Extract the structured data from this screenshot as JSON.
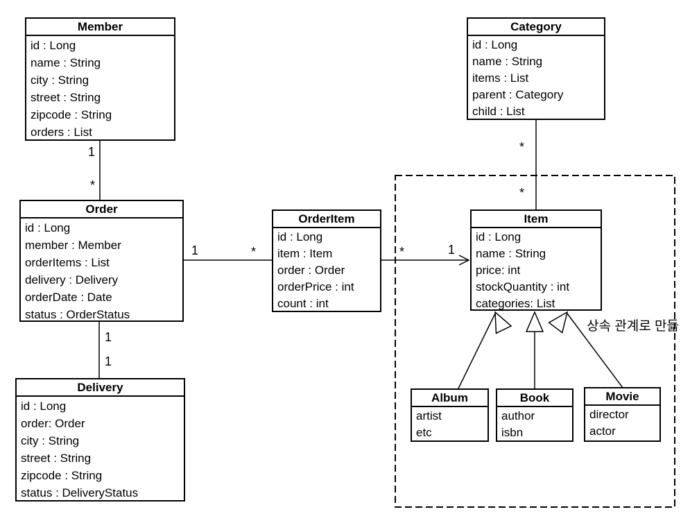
{
  "diagram": {
    "classes": [
      {
        "name": "Member",
        "attributes": [
          "id : Long",
          "name : String",
          "city : String",
          "street : String",
          "zipcode : String",
          "orders : List"
        ]
      },
      {
        "name": "Category",
        "attributes": [
          "id : Long",
          "name : String",
          "items : List",
          "parent : Category",
          "child : List"
        ]
      },
      {
        "name": "Order",
        "attributes": [
          "id : Long",
          "member : Member",
          "orderItems : List",
          "delivery : Delivery",
          "orderDate : Date",
          "status : OrderStatus"
        ]
      },
      {
        "name": "OrderItem",
        "attributes": [
          "id : Long",
          "item : Item",
          "order : Order",
          "orderPrice : int",
          "count : int"
        ]
      },
      {
        "name": "Item",
        "attributes": [
          "id : Long",
          "name : String",
          "price: int",
          "stockQuantity : int",
          "categories: List"
        ]
      },
      {
        "name": "Delivery",
        "attributes": [
          "id : Long",
          "order: Order",
          "city : String",
          "street : String",
          "zipcode : String",
          "status : DeliveryStatus"
        ]
      },
      {
        "name": "Album",
        "attributes": [
          "artist",
          "etc"
        ]
      },
      {
        "name": "Book",
        "attributes": [
          "author",
          "isbn"
        ]
      },
      {
        "name": "Movie",
        "attributes": [
          "director",
          "actor"
        ]
      }
    ],
    "relationships": [
      {
        "from": "Member",
        "to": "Order",
        "type": "association",
        "from_label": "1",
        "to_label": "*"
      },
      {
        "from": "Order",
        "to": "OrderItem",
        "type": "association",
        "from_label": "1",
        "to_label": "*"
      },
      {
        "from": "OrderItem",
        "to": "Item",
        "type": "directed-association",
        "from_label": "*",
        "to_label": "1"
      },
      {
        "from": "Order",
        "to": "Delivery",
        "type": "association",
        "from_label": "1",
        "to_label": "1"
      },
      {
        "from": "Category",
        "to": "Item",
        "type": "association",
        "from_label": "*",
        "to_label": "*"
      },
      {
        "from": "Album",
        "to": "Item",
        "type": "generalization"
      },
      {
        "from": "Book",
        "to": "Item",
        "type": "generalization"
      },
      {
        "from": "Movie",
        "to": "Item",
        "type": "generalization"
      }
    ],
    "annotation": "상속 관계로 만듦",
    "colors": {
      "line": "#000000",
      "background": "#ffffff",
      "box_fill": "#ffffff"
    }
  }
}
